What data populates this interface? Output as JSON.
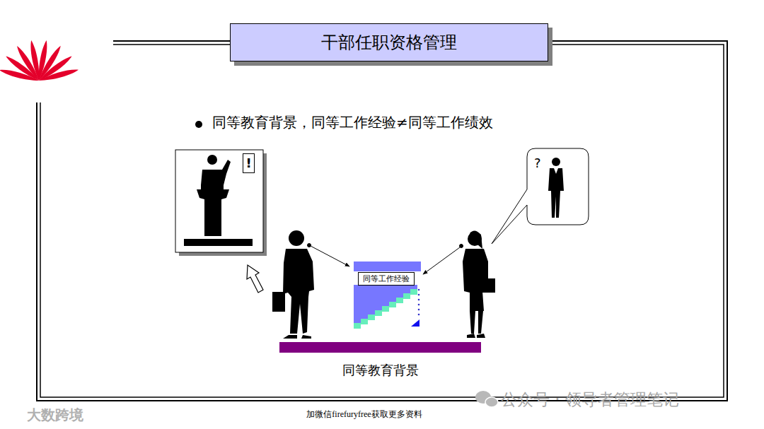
{
  "diagram": {
    "title": "干部任职资格管理",
    "nodes": [
      {
        "text": [
          "!"
        ]
      },
      {
        "text": [
          "同等工作经验"
        ]
      },
      {
        "text": [
          "?"
        ]
      },
      {
        "text": [
          "同等教育背景"
        ]
      }
    ],
    "labels": [
      "同等教育背景，同等工作经验≠同等工作绩效",
      "加微信firefuryfree获取更多资料",
      "公众号 · 领导者管理笔记",
      "大数跨境"
    ]
  }
}
